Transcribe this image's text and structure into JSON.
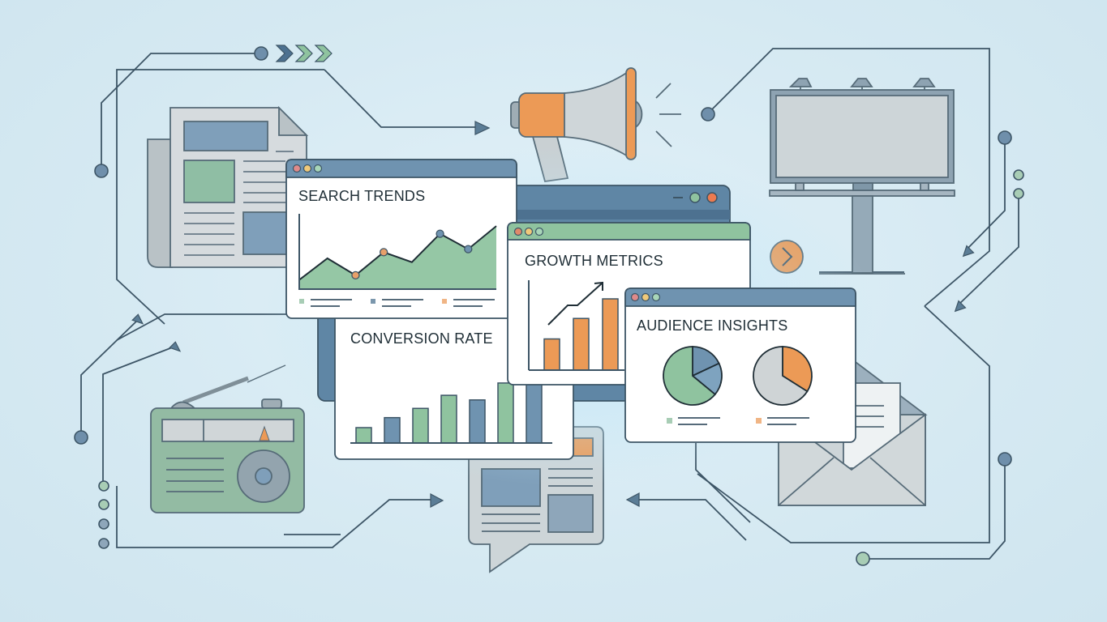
{
  "scene": {
    "description": "Marketing analytics illustration: media channels (newspaper, megaphone, billboard, radio, chat article, email) connected by circuit lines to dashboard windows",
    "colors": {
      "background": "#d6eaf3",
      "line": "#3d5566",
      "blue": "#6f93b0",
      "green": "#8fc39f",
      "orange": "#ec9a56",
      "gray": "#c9d1d4",
      "panel_white": "#ffffff",
      "titlebar_blue": "#6f93b0",
      "titlebar_green": "#8fc39f"
    }
  },
  "panels": {
    "search_trends": {
      "title": "SEARCH TRENDS",
      "chart_type": "area",
      "points": [
        [
          0,
          12
        ],
        [
          1,
          40
        ],
        [
          2,
          18
        ],
        [
          3,
          48
        ],
        [
          4,
          35
        ],
        [
          5,
          72
        ],
        [
          6,
          52
        ],
        [
          7,
          82
        ]
      ],
      "markers": [
        2,
        3,
        5,
        6
      ],
      "legend_colors": [
        "#a8cdb5",
        "#7b97ad",
        "#f0b585"
      ]
    },
    "growth_metrics": {
      "title": "GROWTH METRICS",
      "chart_type": "bar",
      "values": [
        35,
        58,
        80
      ],
      "bar_color": "#ec9a56",
      "trend_arrow": true
    },
    "audience_insights": {
      "title": "AUDIENCE INSIGHTS",
      "chart_type": "pie",
      "pies": [
        {
          "slices": [
            {
              "value": 64,
              "color": "#8fc39f"
            },
            {
              "value": 18,
              "color": "#6f93b0"
            },
            {
              "value": 18,
              "color": "#7ea3bf"
            }
          ]
        },
        {
          "slices": [
            {
              "value": 34,
              "color": "#ec9a56"
            },
            {
              "value": 66,
              "color": "#cfd4d6"
            }
          ]
        }
      ],
      "legend_colors": [
        "#a8cdb5",
        "#f0b585"
      ]
    },
    "conversion_rate": {
      "title": "CONVERSION RATE",
      "chart_type": "bar",
      "values": [
        20,
        33,
        45,
        62,
        56,
        78,
        88
      ],
      "colors": [
        "#8fc39f",
        "#6f93b0",
        "#8fc39f",
        "#8fc39f",
        "#6f93b0",
        "#8fc39f",
        "#6f93b0"
      ]
    },
    "background_window": {
      "controls": [
        "minimize",
        "green-dot",
        "orange-dot"
      ]
    }
  },
  "channels": [
    "newspaper",
    "megaphone",
    "billboard",
    "radio",
    "chat-article",
    "email"
  ],
  "decor": {
    "chevrons": [
      "#4d7190",
      "#8fc39f",
      "#8fc39f"
    ],
    "next_button_glyph": "›"
  }
}
